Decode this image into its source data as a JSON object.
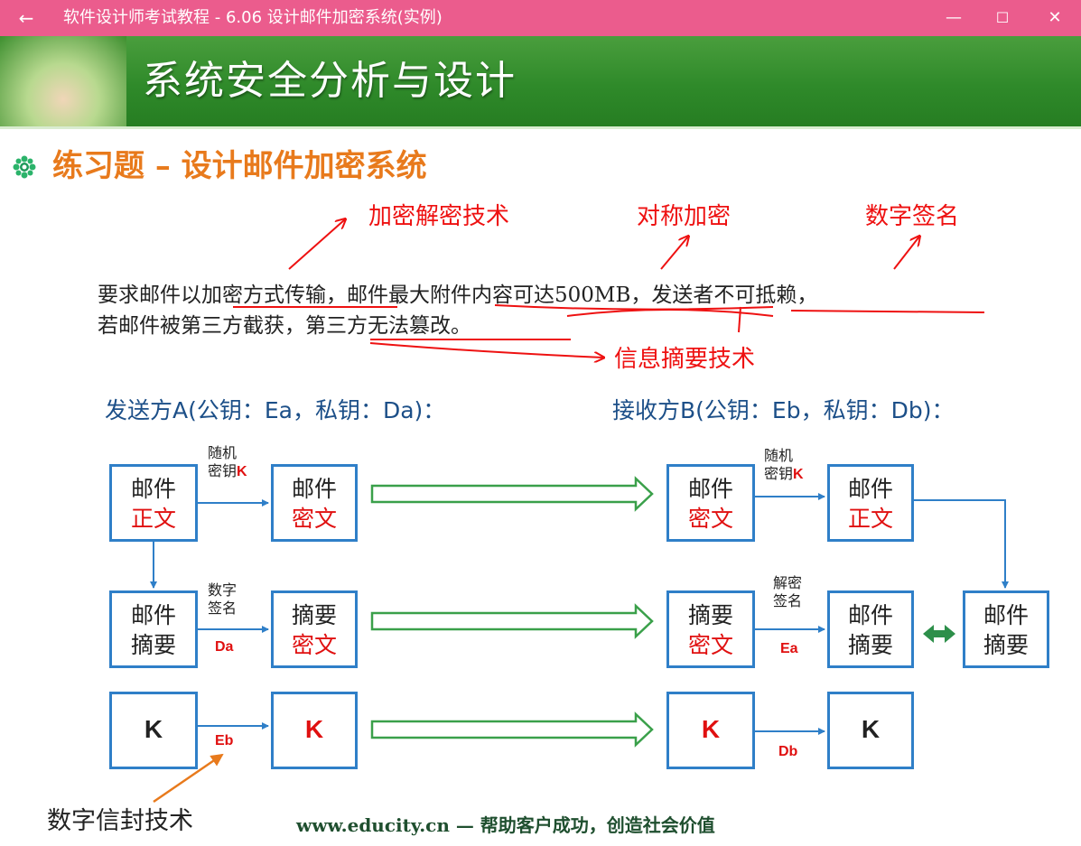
{
  "window": {
    "title": "软件设计师考试教程 - 6.06  设计邮件加密系统(实例)",
    "back_icon": "←",
    "minimize_icon": "—",
    "maximize_icon": "☐",
    "close_icon": "✕"
  },
  "slide": {
    "banner_title": "系统安全分析与设计",
    "heading": "练习题 – 设计邮件加密系统",
    "annotations": {
      "encrypt_tech": "加密解密技术",
      "symmetric": "对称加密",
      "signature": "数字签名",
      "digest_tech": "信息摘要技术",
      "envelope_tech": "数字信封技术"
    },
    "requirement_line1": "要求邮件以加密方式传输，邮件最大附件内容可达500MB，发送者不可抵赖，",
    "requirement_line2": "若邮件被第三方截获，第三方无法篡改。",
    "sender": "发送方A(公钥：Ea，私钥：Da)：",
    "receiver": "接收方B(公钥：Eb，私钥：Db)：",
    "boxes": {
      "a_body": {
        "l1": "邮件",
        "l2": "正文"
      },
      "a_cipher": {
        "l1": "邮件",
        "l2": "密文"
      },
      "a_digest": {
        "l1": "邮件",
        "l2": "摘要"
      },
      "a_digest_cipher": {
        "l1": "摘要",
        "l2": "密文"
      },
      "a_k": "K",
      "a_k_enc": "K",
      "b_cipher": {
        "l1": "邮件",
        "l2": "密文"
      },
      "b_body": {
        "l1": "邮件",
        "l2": "正文"
      },
      "b_digest_cipher": {
        "l1": "摘要",
        "l2": "密文"
      },
      "b_digest": {
        "l1": "邮件",
        "l2": "摘要"
      },
      "b_digest2": {
        "l1": "邮件",
        "l2": "摘要"
      },
      "b_k_enc": "K",
      "b_k": "K"
    },
    "labels": {
      "random_key_a1": "随机",
      "random_key_a2": "密钥",
      "random_key_a_k": "K",
      "sign_1": "数字",
      "sign_2": "签名",
      "sign_key": "Da",
      "env_key": "Eb",
      "random_key_b1": "随机",
      "random_key_b2": "密钥",
      "random_key_b_k": "K",
      "design_1": "解密",
      "design_2": "签名",
      "design_key": "Ea",
      "dec_key": "Db"
    },
    "footer": "www.educity.cn — 帮助客户成功，创造社会价值"
  },
  "colors": {
    "titlebar": "#eb5c8d",
    "banner": "#2f8a2a",
    "heading": "#e87a1c",
    "box_border": "#2f7fc8",
    "highlight_red": "#e01010",
    "transfer_arrow": "#3aa04a"
  }
}
